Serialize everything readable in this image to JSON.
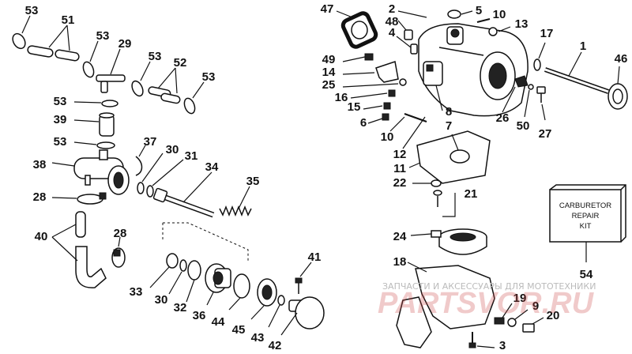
{
  "diagram": {
    "labels": [
      "53",
      "51",
      "53",
      "29",
      "53",
      "52",
      "53",
      "53",
      "39",
      "53",
      "37",
      "30",
      "31",
      "34",
      "38",
      "35",
      "28",
      "40",
      "28",
      "33",
      "30",
      "32",
      "36",
      "44",
      "45",
      "43",
      "42",
      "41",
      "47",
      "2",
      "48",
      "4",
      "5",
      "10",
      "13",
      "17",
      "1",
      "46",
      "49",
      "14",
      "25",
      "16",
      "15",
      "6",
      "8",
      "26",
      "50",
      "27",
      "10",
      "7",
      "12",
      "11",
      "22",
      "21",
      "24",
      "18",
      "19",
      "9",
      "20",
      "3",
      "54"
    ],
    "kit_box": {
      "line1": "CARBURETOR",
      "line2": "REPAIR",
      "line3": "KIT"
    },
    "watermark": {
      "caption": "ЗАПЧАСТИ И АКСЕССУАРЫ ДЛЯ МОТОТЕХНИКИ",
      "brand": "PARTSVOR.RU"
    },
    "colors": {
      "ink": "#111111",
      "watermark_red": "#cc4444",
      "watermark_gray": "#bbbbbb"
    }
  }
}
